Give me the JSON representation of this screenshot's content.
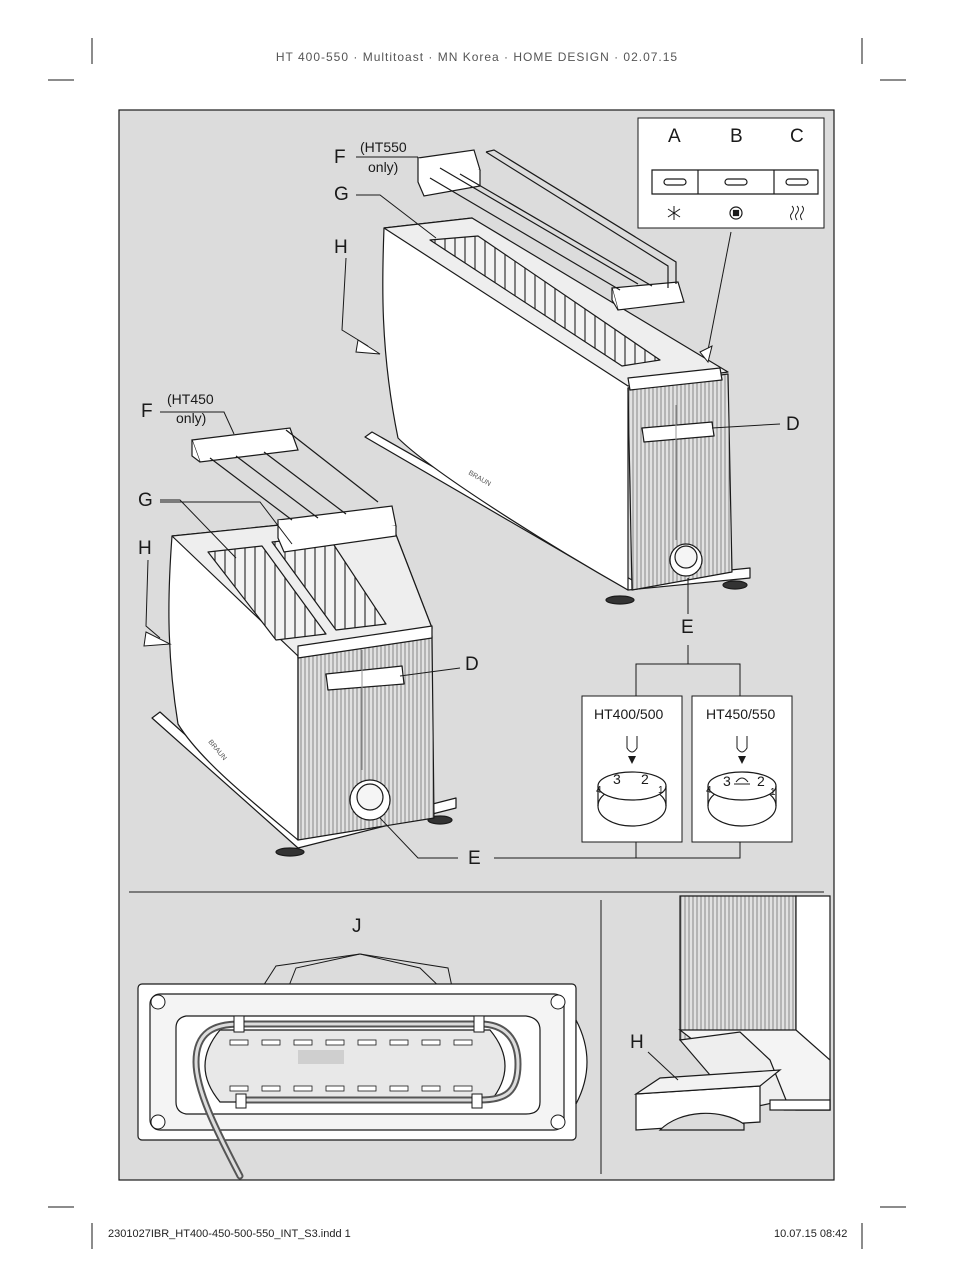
{
  "header_text": "HT 400-550 · Multitoast · MN Korea · HOME DESIGN · 02.07.15",
  "labels": {
    "A": "A",
    "B": "B",
    "C": "C",
    "D": "D",
    "E": "E",
    "F": "F",
    "G": "G",
    "H": "H",
    "J": "J",
    "ht550_only_line1": "(HT550",
    "ht550_only_line2": "only)",
    "ht450_only_line1": "(HT450",
    "ht450_only_line2": "only)",
    "model_left": "HT400/500",
    "model_right": "HT450/550",
    "dial_numbers": [
      "4",
      "3",
      "2",
      "1"
    ],
    "brand": "BRAUN"
  },
  "footer": {
    "filename": "2301027IBR_HT400-450-500-550_INT_S3.indd   1",
    "date": "10.07.15   08:42"
  },
  "colors": {
    "panel_bg": "#dcdcdc",
    "line": "#1a1a1a",
    "toaster_fill": "#ffffff"
  }
}
